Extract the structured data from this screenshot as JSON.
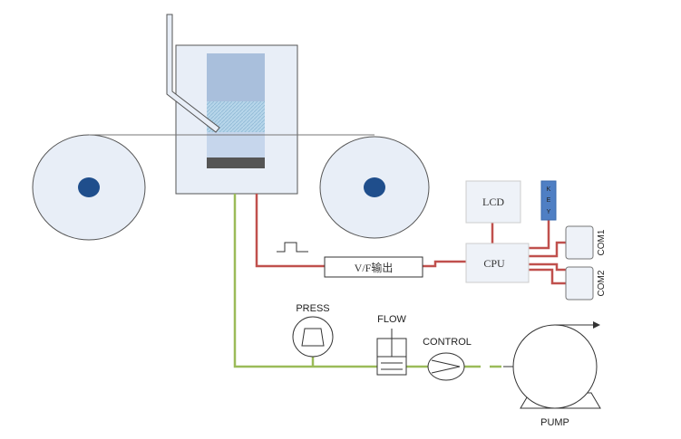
{
  "labels": {
    "lcd": "LCD",
    "key": "KEY",
    "cpu": "CPU",
    "com1": "COM1",
    "com2": "COM2",
    "vf": "V/F输出",
    "press": "PRESS",
    "flow": "FLOW",
    "control": "CONTROL",
    "pump": "PUMP"
  },
  "colors": {
    "box_fill": "#e8eef7",
    "box_stroke": "#555555",
    "roll_hub": "#1f4e8c",
    "signal_wire": "#c0504d",
    "gas_line": "#9bbb59",
    "key_fill": "#4f7fc4",
    "tube_upper": "#a9bfdc",
    "tube_hatch": "#b7d6ea",
    "tube_lower": "#c6d6ec",
    "tube_base": "#555555"
  }
}
